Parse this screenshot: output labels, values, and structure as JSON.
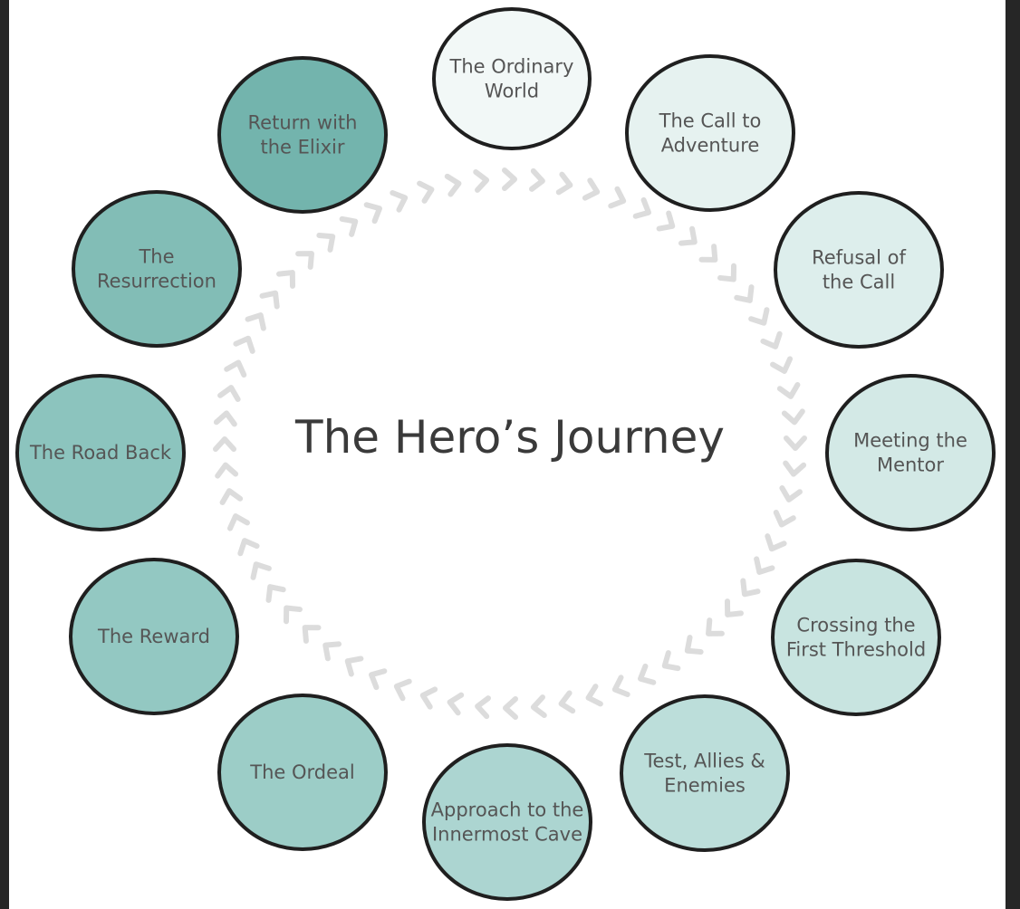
{
  "title": "The Hero’s Journey",
  "colors": {
    "outline": "#1f1f1f",
    "chevron": "#dcdcdc",
    "text": "#555555"
  },
  "stages": [
    {
      "id": "ordinary-world",
      "lines": [
        "The Ordinary",
        "World"
      ],
      "fill": "#f2f8f7"
    },
    {
      "id": "call-to-adventure",
      "lines": [
        "The Call to",
        "Adventure"
      ],
      "fill": "#e6f2f0"
    },
    {
      "id": "refusal-of-the-call",
      "lines": [
        "Refusal of",
        "the Call"
      ],
      "fill": "#ddeeec"
    },
    {
      "id": "meeting-the-mentor",
      "lines": [
        "Meeting the",
        "Mentor"
      ],
      "fill": "#d3e9e6"
    },
    {
      "id": "crossing-threshold",
      "lines": [
        "Crossing the",
        "First Threshold"
      ],
      "fill": "#c8e4e0"
    },
    {
      "id": "test-allies-enemies",
      "lines": [
        "Test, Allies &",
        "Enemies"
      ],
      "fill": "#bcdeda"
    },
    {
      "id": "approach-innermost",
      "lines": [
        "Approach to the",
        "Innermost Cave"
      ],
      "fill": "#acd5d1"
    },
    {
      "id": "the-ordeal",
      "lines": [
        "The Ordeal"
      ],
      "fill": "#9ccdc7"
    },
    {
      "id": "the-reward",
      "lines": [
        "The Reward"
      ],
      "fill": "#93c8c2"
    },
    {
      "id": "the-road-back",
      "lines": [
        "The Road Back"
      ],
      "fill": "#8cc4be"
    },
    {
      "id": "the-resurrection",
      "lines": [
        "The",
        "Resurrection"
      ],
      "fill": "#82bdb6"
    },
    {
      "id": "return-with-elixir",
      "lines": [
        "Return with",
        "the Elixir"
      ],
      "fill": "#73b4ad"
    }
  ]
}
